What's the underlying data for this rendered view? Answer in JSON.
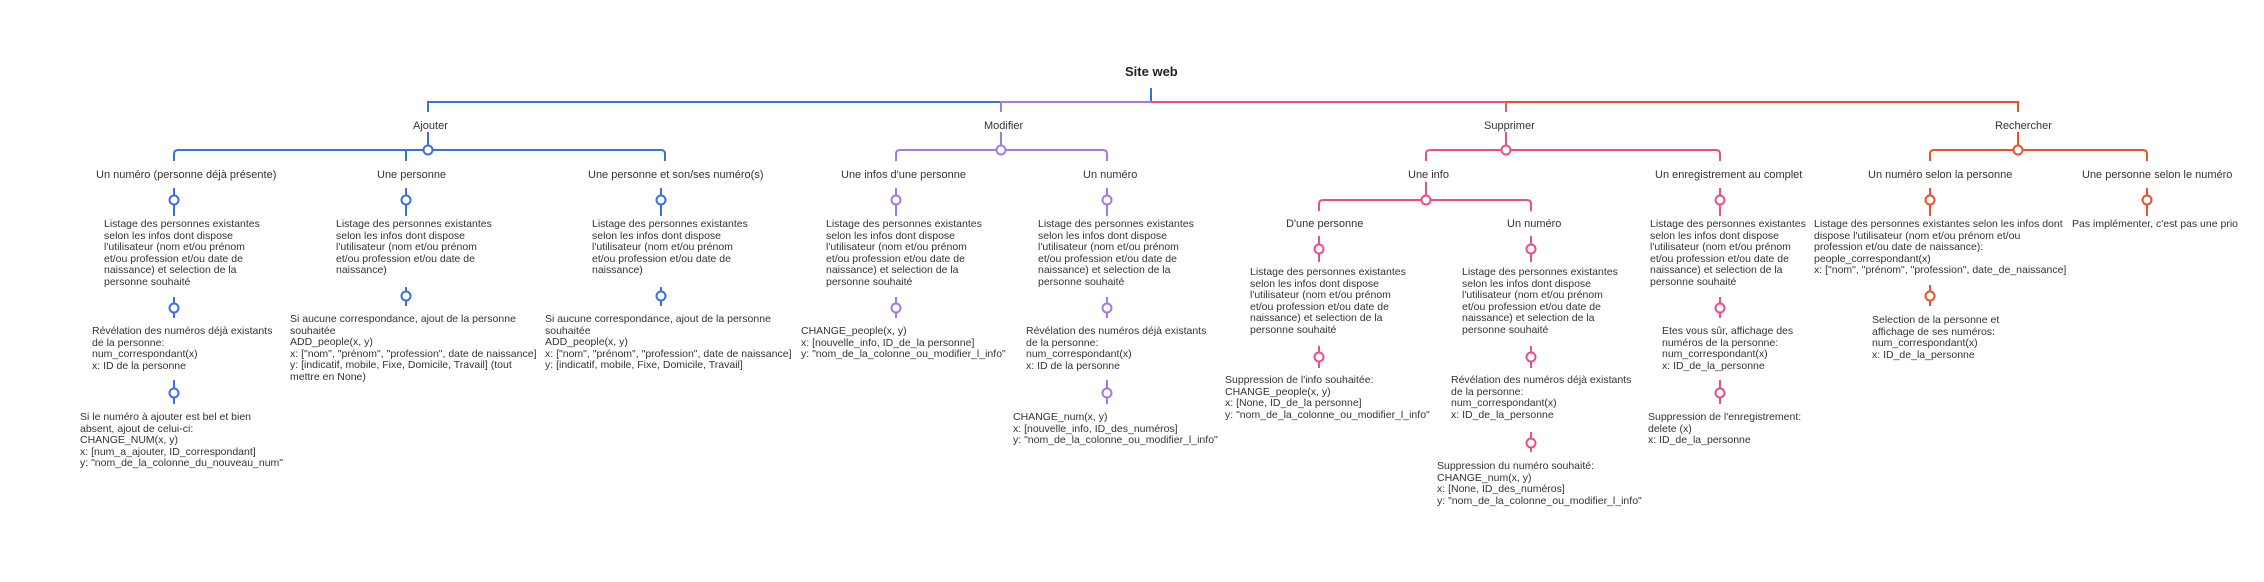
{
  "colors": {
    "blue": "#3d6fe0",
    "purple": "#a27ae8",
    "pink": "#ec4e86",
    "red": "#e5502d",
    "orange": "#e8542a"
  },
  "root": {
    "title": "Site web"
  },
  "branches": [
    {
      "label": "Ajouter",
      "color": "blue"
    },
    {
      "label": "Modifier",
      "color": "purple"
    },
    {
      "label": "Supprimer",
      "color": "pink"
    },
    {
      "label": "Rechercher",
      "color": "orange"
    }
  ],
  "subnodes": {
    "ajouter_numero": "Un numéro (personne déjà présente)",
    "ajouter_personne": "Une personne",
    "ajouter_personne_num": "Une personne et son/ses numéro(s)",
    "modifier_infos": "Une infos d'une personne",
    "modifier_numero": "Un numéro",
    "supprimer_info": "Une info",
    "supprimer_info_personne": "D'une personne",
    "supprimer_info_numero": "Un numéro",
    "supprimer_enreg": "Un enregistrement au complet",
    "rechercher_personne": "Un numéro selon la personne",
    "rechercher_numero": "Une personne selon le numéro"
  },
  "texts": {
    "a1_1": "Listage des personnes existantes\nselon les infos dont dispose\nl'utilisateur (nom et/ou prénom\net/ou profession et/ou date de\nnaissance) et selection de la\npersonne souhaité",
    "a1_2": "Révélation des numéros déjà existants\nde la personne:\nnum_correspondant(x)\nx: ID de la personne",
    "a1_3": "Si le numéro à ajouter est bel et bien\nabsent, ajout de celui-ci:\nCHANGE_NUM(x, y)\nx: [num_a_ajouter, ID_correspondant]\ny: \"nom_de_la_colonne_du_nouveau_num\"",
    "a2_1": "Listage des personnes existantes\nselon les infos dont dispose\nl'utilisateur (nom et/ou prénom\net/ou profession et/ou date de\nnaissance)",
    "a2_2": "Si aucune correspondance, ajout de la personne\nsouhaitée\nADD_people(x, y)\nx: [\"nom\", \"prénom\", \"profession\", date de naissance]\ny: [indicatif, mobile, Fixe, Domicile, Travail] (tout\nmettre en None)",
    "a3_1": "Listage des personnes existantes\nselon les infos dont dispose\nl'utilisateur (nom et/ou prénom\net/ou profession et/ou date de\nnaissance)",
    "a3_2": "Si aucune correspondance, ajout de la personne\nsouhaitée\nADD_people(x, y)\nx: [\"nom\", \"prénom\", \"profession\", date de naissance]\ny: [indicatif, mobile, Fixe, Domicile, Travail]",
    "m1_1": "Listage des personnes existantes\nselon les infos dont dispose\nl'utilisateur (nom et/ou prénom\net/ou profession et/ou date de\nnaissance) et selection de la\npersonne souhaité",
    "m1_2": "CHANGE_people(x, y)\nx: [nouvelle_info, ID_de_la personne]\ny: \"nom_de_la_colonne_ou_modifier_l_info\"",
    "m2_1": "Listage des personnes existantes\nselon les infos dont dispose\nl'utilisateur (nom et/ou prénom\net/ou profession et/ou date de\nnaissance) et selection de la\npersonne souhaité",
    "m2_2": "Révélation des numéros déjà existants\nde la personne:\nnum_correspondant(x)\nx: ID de la personne",
    "m2_3": "CHANGE_num(x, y)\nx: [nouvelle_info, ID_des_numéros]\ny: \"nom_de_la_colonne_ou_modifier_l_info\"",
    "s1_1": "Listage des personnes existantes\nselon les infos dont dispose\nl'utilisateur (nom et/ou prénom\net/ou profession et/ou date de\nnaissance) et selection de la\npersonne souhaité",
    "s1_2": "Suppression de l'info souhaitée:\nCHANGE_people(x, y)\nx: [None, ID_de_la personne]\ny: \"nom_de_la_colonne_ou_modifier_l_info\"",
    "s2_1": "Listage des personnes existantes\nselon les infos dont dispose\nl'utilisateur (nom et/ou prénom\net/ou profession et/ou date de\nnaissance) et selection de la\npersonne souhaité",
    "s2_2": "Révélation des numéros déjà existants\nde la personne:\nnum_correspondant(x)\nx: ID_de_la_personne",
    "s2_3": "Suppression du numéro souhaité:\nCHANGE_num(x, y)\nx: [None, ID_des_numéros]\ny: \"nom_de_la_colonne_ou_modifier_l_info\"",
    "s3_1": "Listage des personnes existantes\nselon les infos dont dispose\nl'utilisateur (nom et/ou prénom\net/ou profession et/ou date de\nnaissance) et selection de la\npersonne souhaité",
    "s3_2": "Etes vous sûr, affichage des\nnuméros de la personne:\nnum_correspondant(x)\nx: ID_de_la_personne",
    "s3_3": "Suppression de l'enregistrement:\ndelete (x)\nx: ID_de_la_personne",
    "r1_1": "Listage des personnes existantes selon les infos dont\ndispose l'utilisateur (nom et/ou prénom et/ou\nprofession et/ou date de naissance):\npeople_correspondant(x)\nx: [\"nom\", \"prénom\", \"profession\", date_de_naissance]",
    "r1_2": "Selection de la personne et\naffichage de ses numéros:\nnum_correspondant(x)\nx: ID_de_la_personne",
    "r2_1": "Pas implémenter, c'est pas une prio"
  }
}
